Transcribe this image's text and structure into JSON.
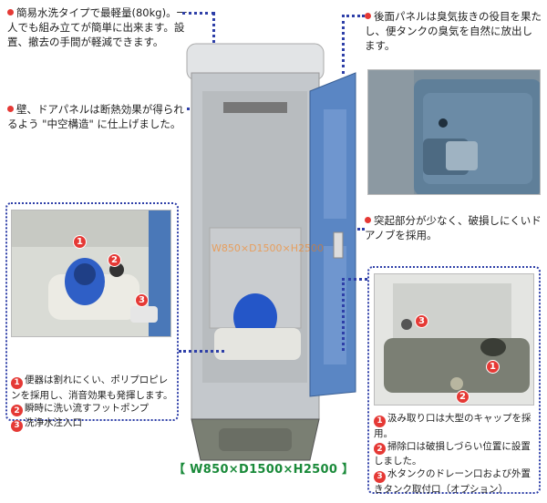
{
  "notes": {
    "weight": "簡易水洗タイプで最軽量(80kg)。一人でも組み立てが簡単に出来ます。設置、撤去の手間が軽減できます。",
    "panel": "壁、ドアパネルは断熱効果が得られるよう \"中空構造\" に仕上げました。",
    "back_panel": "後面パネルは臭気抜きの役目を果たし、便タンクの臭気を自然に放出します。",
    "knob": "突起部分が少なく、破損しにくいドアノブを採用。"
  },
  "left_photo": {
    "badges": [
      "1",
      "2",
      "3"
    ],
    "captions": [
      {
        "num": "1",
        "text": "便器は割れにくい、ポリプロピレンを採用し、消音効果も発揮します。"
      },
      {
        "num": "2",
        "text": "瞬時に洗い流すフットポンプ"
      },
      {
        "num": "3",
        "text": "洗浄水注入口"
      }
    ]
  },
  "right_photo": {
    "badges": [
      "3",
      "1",
      "2"
    ],
    "captions": [
      {
        "num": "1",
        "text": "汲み取り口は大型のキャップを採用。"
      },
      {
        "num": "2",
        "text": "掃除口は破損しづらい位置に設置しました。"
      },
      {
        "num": "3",
        "text": "水タンクのドレーン口および外置きタンク取付口（オプション）"
      }
    ]
  },
  "dimensions": "【 W850×D1500×H2500 】",
  "watermark": "W850×D1500×H2500",
  "colors": {
    "accent": "#e53935",
    "dots": "#2e3fa8",
    "door": "#5a86c4",
    "body": "#c8ccd0",
    "base": "#7a7f73"
  }
}
